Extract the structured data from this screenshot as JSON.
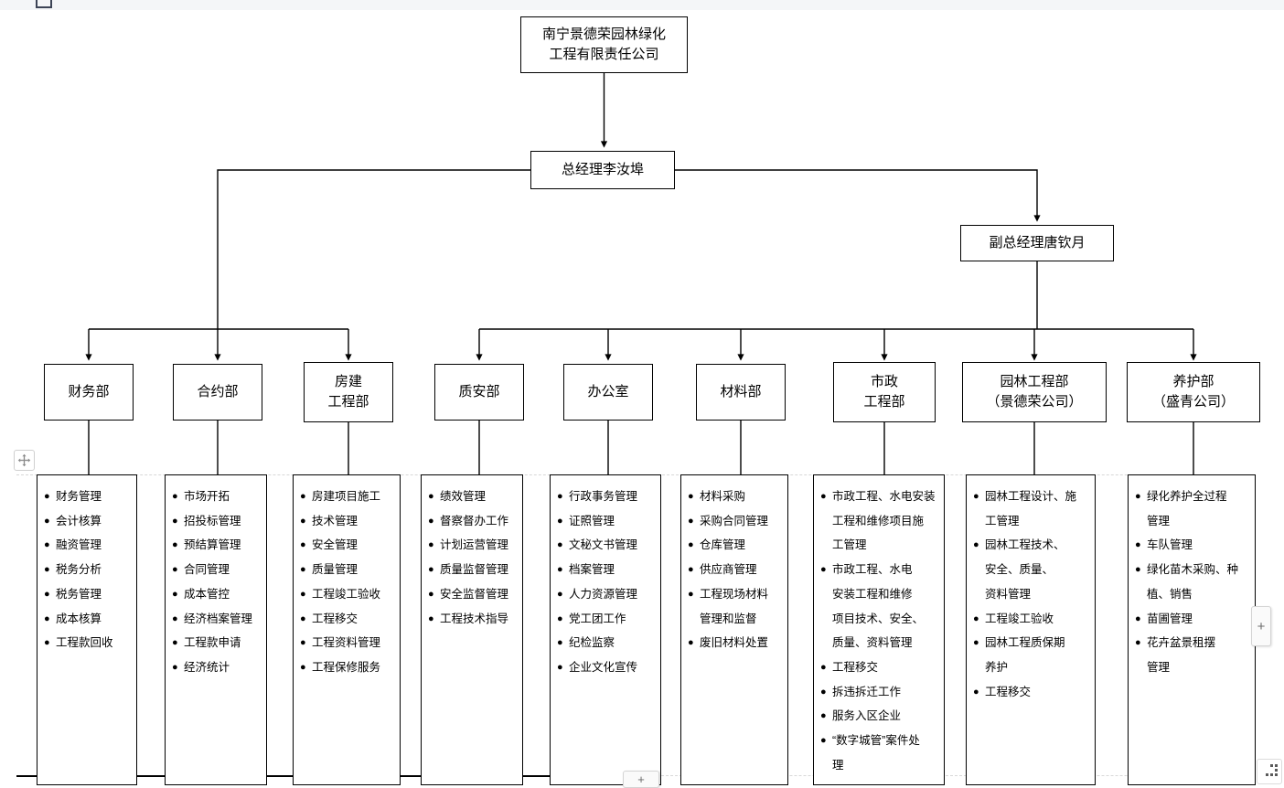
{
  "chart_data": {
    "type": "diagram",
    "title": "南宁景德荣园林绿化工程有限责任公司组织架构图",
    "orientation": "top-down"
  },
  "root": {
    "line1": "南宁景德荣园林绿化",
    "line2": "工程有限责任公司"
  },
  "gm": {
    "label": "总经理李汝埠"
  },
  "vgm": {
    "label": "副总经理唐钦月"
  },
  "departments": [
    {
      "id": "finance",
      "title": "财务部",
      "title2": "",
      "reports_to": "gm",
      "items": [
        "财务管理",
        "会计核算",
        "融资管理",
        "税务分析",
        "税务管理",
        "成本核算",
        "工程款回收"
      ]
    },
    {
      "id": "contract",
      "title": "合约部",
      "title2": "",
      "reports_to": "gm",
      "items": [
        "市场开拓",
        "招投标管理",
        "预结算管理",
        "合同管理",
        "成本管控",
        "经济档案管理",
        "工程款申请",
        "经济统计"
      ]
    },
    {
      "id": "housing",
      "title": "房建",
      "title2": "工程部",
      "reports_to": "gm",
      "items": [
        "房建项目施工",
        "技术管理",
        "安全管理",
        "质量管理",
        "工程竣工验收",
        "工程移交",
        "工程资料管理",
        "工程保修服务"
      ]
    },
    {
      "id": "quality-safety",
      "title": "质安部",
      "title2": "",
      "reports_to": "vgm",
      "items": [
        "绩效管理",
        "督察督办工作",
        "计划运营管理",
        "质量监督管理",
        "安全监督管理",
        "工程技术指导"
      ]
    },
    {
      "id": "office",
      "title": "办公室",
      "title2": "",
      "reports_to": "vgm",
      "items": [
        "行政事务管理",
        "证照管理",
        "文秘文书管理",
        "档案管理",
        "人力资源管理",
        "党工团工作",
        "纪检监察",
        "企业文化宣传"
      ]
    },
    {
      "id": "materials",
      "title": "材料部",
      "title2": "",
      "reports_to": "vgm",
      "items": [
        "材料采购",
        "采购合同管理",
        "仓库管理",
        "供应商管理",
        "工程现场材料\n管理和监督",
        "废旧材料处置"
      ]
    },
    {
      "id": "municipal",
      "title": "市政",
      "title2": "工程部",
      "reports_to": "vgm",
      "items": [
        "市政工程、水电安装\n工程和维修项目施\n工管理",
        "市政工程、水电\n安装工程和维修\n项目技术、安全、\n质量、资料管理",
        "工程移交",
        "拆违拆迁工作",
        "服务入区企业",
        "“数字城管”案件处\n理"
      ]
    },
    {
      "id": "landscape",
      "title": "园林工程部",
      "title2": "（景德荣公司）",
      "reports_to": "vgm",
      "items": [
        "园林工程设计、施\n工管理",
        "园林工程技术、\n安全、质量、\n资料管理",
        "工程竣工验收",
        "园林工程质保期\n养护",
        "工程移交"
      ]
    },
    {
      "id": "maintenance",
      "title": "养护部",
      "title2": "（盛青公司）",
      "reports_to": "vgm",
      "items": [
        "绿化养护全过程\n管理",
        "车队管理",
        "绿化苗木采购、种\n植、销售",
        "苗圃管理",
        "花卉盆景租摆\n管理"
      ]
    }
  ],
  "chrome": {
    "bullet": "●",
    "add_right_label": "+",
    "add_bottom_label": "+",
    "move_icon": "move-handle-icon",
    "resize_icon": "resize-grip-icon"
  },
  "colors": {
    "stroke": "#000000",
    "background": "#ffffff",
    "chrome_bg": "#f4f6f8",
    "chrome_border": "#d4d4d4"
  }
}
